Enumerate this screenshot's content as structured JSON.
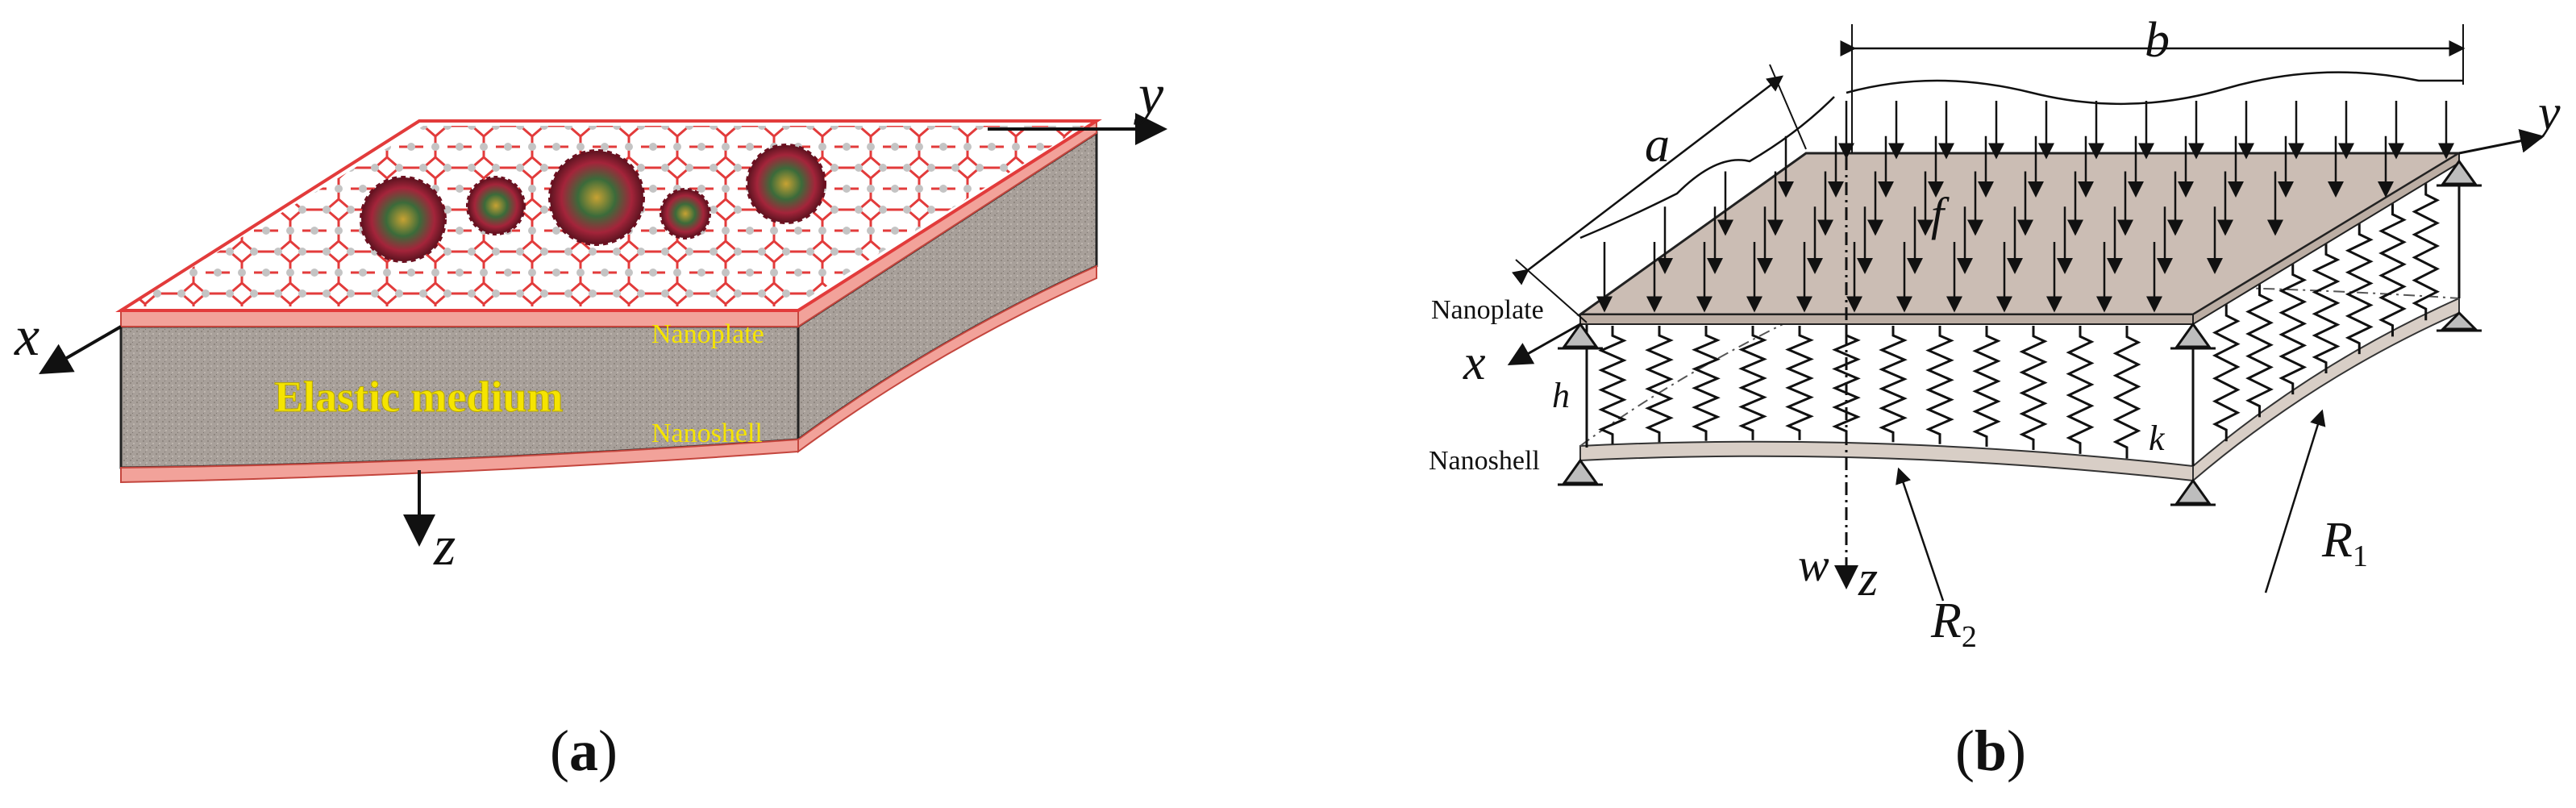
{
  "panel_a": {
    "label_open": "(",
    "label_letter": "a",
    "label_close": ")",
    "axis_x": "x",
    "axis_y": "y",
    "axis_z": "z",
    "elastic_medium": "Elastic medium",
    "nanoplate": "Nanoplate",
    "nanoshell": "Nanoshell",
    "colors": {
      "plate_edge": "#e8706a",
      "shell": "#f2a29a",
      "medium": "#a59c95",
      "lattice": "#e23b3b",
      "text_yellow": "#f5e400"
    }
  },
  "panel_b": {
    "label_open": "(",
    "label_letter": "b",
    "label_close": ")",
    "axis_x": "x",
    "axis_y": "y",
    "axis_z": "z",
    "dim_a": "a",
    "dim_b": "b",
    "load": "f",
    "thickness": "h",
    "stiffness": "k",
    "deflection": "w",
    "radius_1": "R",
    "radius_1_sub": "1",
    "radius_2": "R",
    "radius_2_sub": "2",
    "nanoplate": "Nanoplate",
    "nanoshell": "Nanoshell",
    "colors": {
      "plate_top": "#cbbdb4",
      "shell": "#d8cec6"
    }
  }
}
